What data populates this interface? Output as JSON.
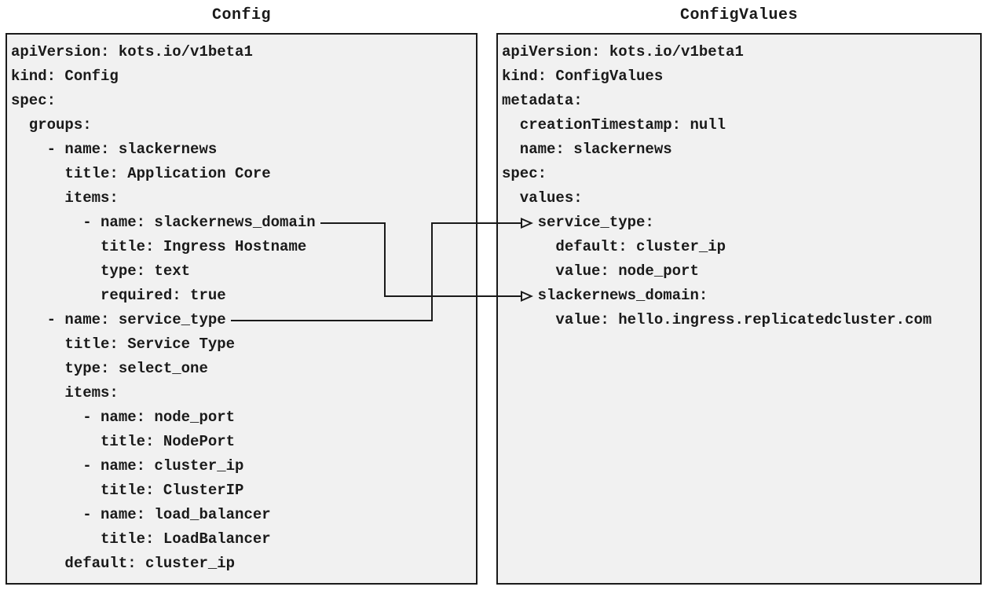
{
  "diagram": {
    "left_panel": {
      "title": "Config",
      "code_lines": [
        "apiVersion: kots.io/v1beta1",
        "kind: Config",
        "spec:",
        "  groups:",
        "    - name: slackernews",
        "      title: Application Core",
        "      items:",
        "        - name: slackernews_domain",
        "          title: Ingress Hostname",
        "          type: text",
        "          required: true",
        "    - name: service_type",
        "      title: Service Type",
        "      type: select_one",
        "      items:",
        "        - name: node_port",
        "          title: NodePort",
        "        - name: cluster_ip",
        "          title: ClusterIP",
        "        - name: load_balancer",
        "          title: LoadBalancer",
        "      default: cluster_ip"
      ]
    },
    "right_panel": {
      "title": "ConfigValues",
      "code_lines": [
        "apiVersion: kots.io/v1beta1",
        "kind: ConfigValues",
        "metadata:",
        "  creationTimestamp: null",
        "  name: slackernews",
        "spec:",
        "  values:",
        "    service_type:",
        "      default: cluster_ip",
        "      value: node_port",
        "    slackernews_domain:",
        "      value: hello.ingress.replicatedcluster.com"
      ]
    },
    "connections": [
      {
        "id": "slackernews_domain",
        "from_text": "- name: slackernews_domain",
        "to_text": "slackernews_domain:"
      },
      {
        "id": "service_type",
        "from_text": "- name: service_type",
        "to_text": "service_type:"
      }
    ],
    "colors": {
      "page_background": "#ffffff",
      "panel_background": "#f1f1f1",
      "panel_border": "#1a1a1a",
      "text": "#1a1a1a",
      "arrow": "#1a1a1a"
    }
  }
}
